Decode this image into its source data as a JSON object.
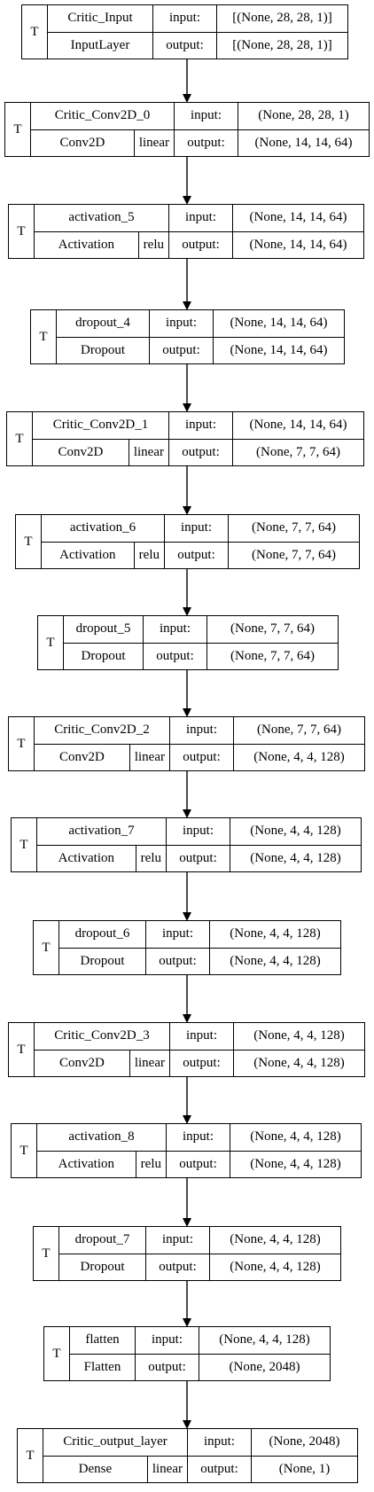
{
  "diagram": {
    "nodes": [
      {
        "name": "Critic_Input",
        "type": "InputLayer",
        "activation": "",
        "input": "[(None, 28, 28, 1)]",
        "output": "[(None, 28, 28, 1)]"
      },
      {
        "name": "Critic_Conv2D_0",
        "type": "Conv2D",
        "activation": "linear",
        "input": "(None, 28, 28, 1)",
        "output": "(None, 14, 14, 64)"
      },
      {
        "name": "activation_5",
        "type": "Activation",
        "activation": "relu",
        "input": "(None, 14, 14, 64)",
        "output": "(None, 14, 14, 64)"
      },
      {
        "name": "dropout_4",
        "type": "Dropout",
        "activation": "",
        "input": "(None, 14, 14, 64)",
        "output": "(None, 14, 14, 64)"
      },
      {
        "name": "Critic_Conv2D_1",
        "type": "Conv2D",
        "activation": "linear",
        "input": "(None, 14, 14, 64)",
        "output": "(None, 7, 7, 64)"
      },
      {
        "name": "activation_6",
        "type": "Activation",
        "activation": "relu",
        "input": "(None, 7, 7, 64)",
        "output": "(None, 7, 7, 64)"
      },
      {
        "name": "dropout_5",
        "type": "Dropout",
        "activation": "",
        "input": "(None, 7, 7, 64)",
        "output": "(None, 7, 7, 64)"
      },
      {
        "name": "Critic_Conv2D_2",
        "type": "Conv2D",
        "activation": "linear",
        "input": "(None, 7, 7, 64)",
        "output": "(None, 4, 4, 128)"
      },
      {
        "name": "activation_7",
        "type": "Activation",
        "activation": "relu",
        "input": "(None, 4, 4, 128)",
        "output": "(None, 4, 4, 128)"
      },
      {
        "name": "dropout_6",
        "type": "Dropout",
        "activation": "",
        "input": "(None, 4, 4, 128)",
        "output": "(None, 4, 4, 128)"
      },
      {
        "name": "Critic_Conv2D_3",
        "type": "Conv2D",
        "activation": "linear",
        "input": "(None, 4, 4, 128)",
        "output": "(None, 4, 4, 128)"
      },
      {
        "name": "activation_8",
        "type": "Activation",
        "activation": "relu",
        "input": "(None, 4, 4, 128)",
        "output": "(None, 4, 4, 128)"
      },
      {
        "name": "dropout_7",
        "type": "Dropout",
        "activation": "",
        "input": "(None, 4, 4, 128)",
        "output": "(None, 4, 4, 128)"
      },
      {
        "name": "flatten",
        "type": "Flatten",
        "activation": "",
        "input": "(None, 4, 4, 128)",
        "output": "(None, 2048)"
      },
      {
        "name": "Critic_output_layer",
        "type": "Dense",
        "activation": "linear",
        "input": "(None, 2048)",
        "output": "(None, 1)"
      }
    ],
    "t_label": "T",
    "input_label": "input:",
    "output_label": "output:"
  }
}
